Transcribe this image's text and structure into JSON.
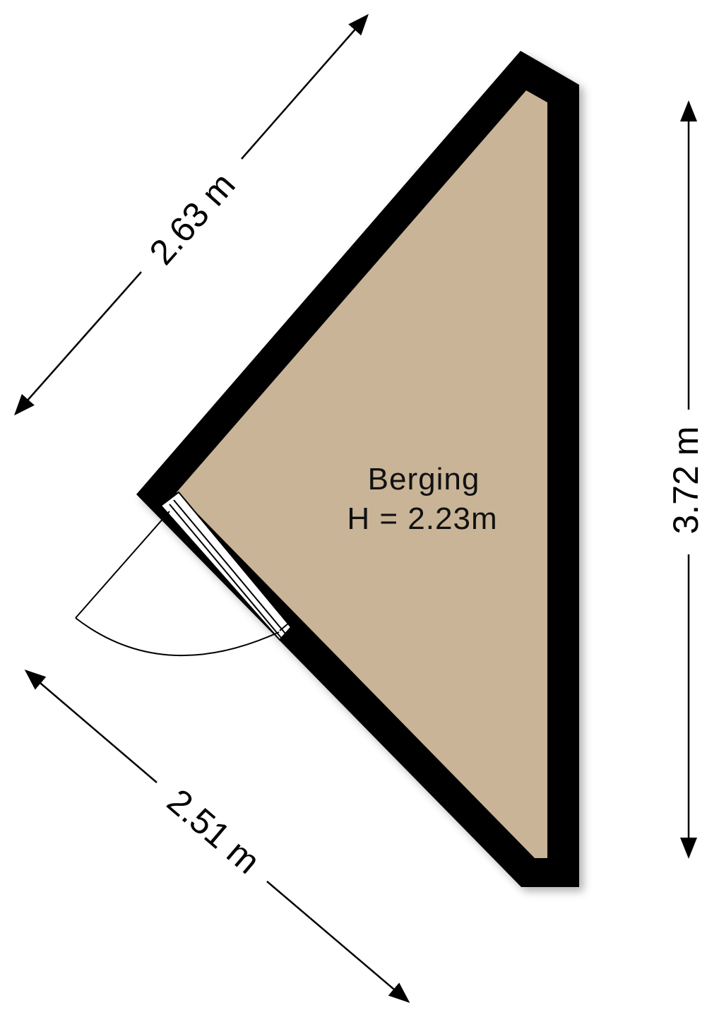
{
  "room": {
    "name": "Berging",
    "height_label": "H = 2.23m"
  },
  "dimensions": {
    "top_left": "2.63 m",
    "bottom_left": "2.51 m",
    "right": "3.72 m"
  },
  "colors": {
    "floor": "#c9b497",
    "wall": "#000000",
    "background": "#ffffff"
  }
}
